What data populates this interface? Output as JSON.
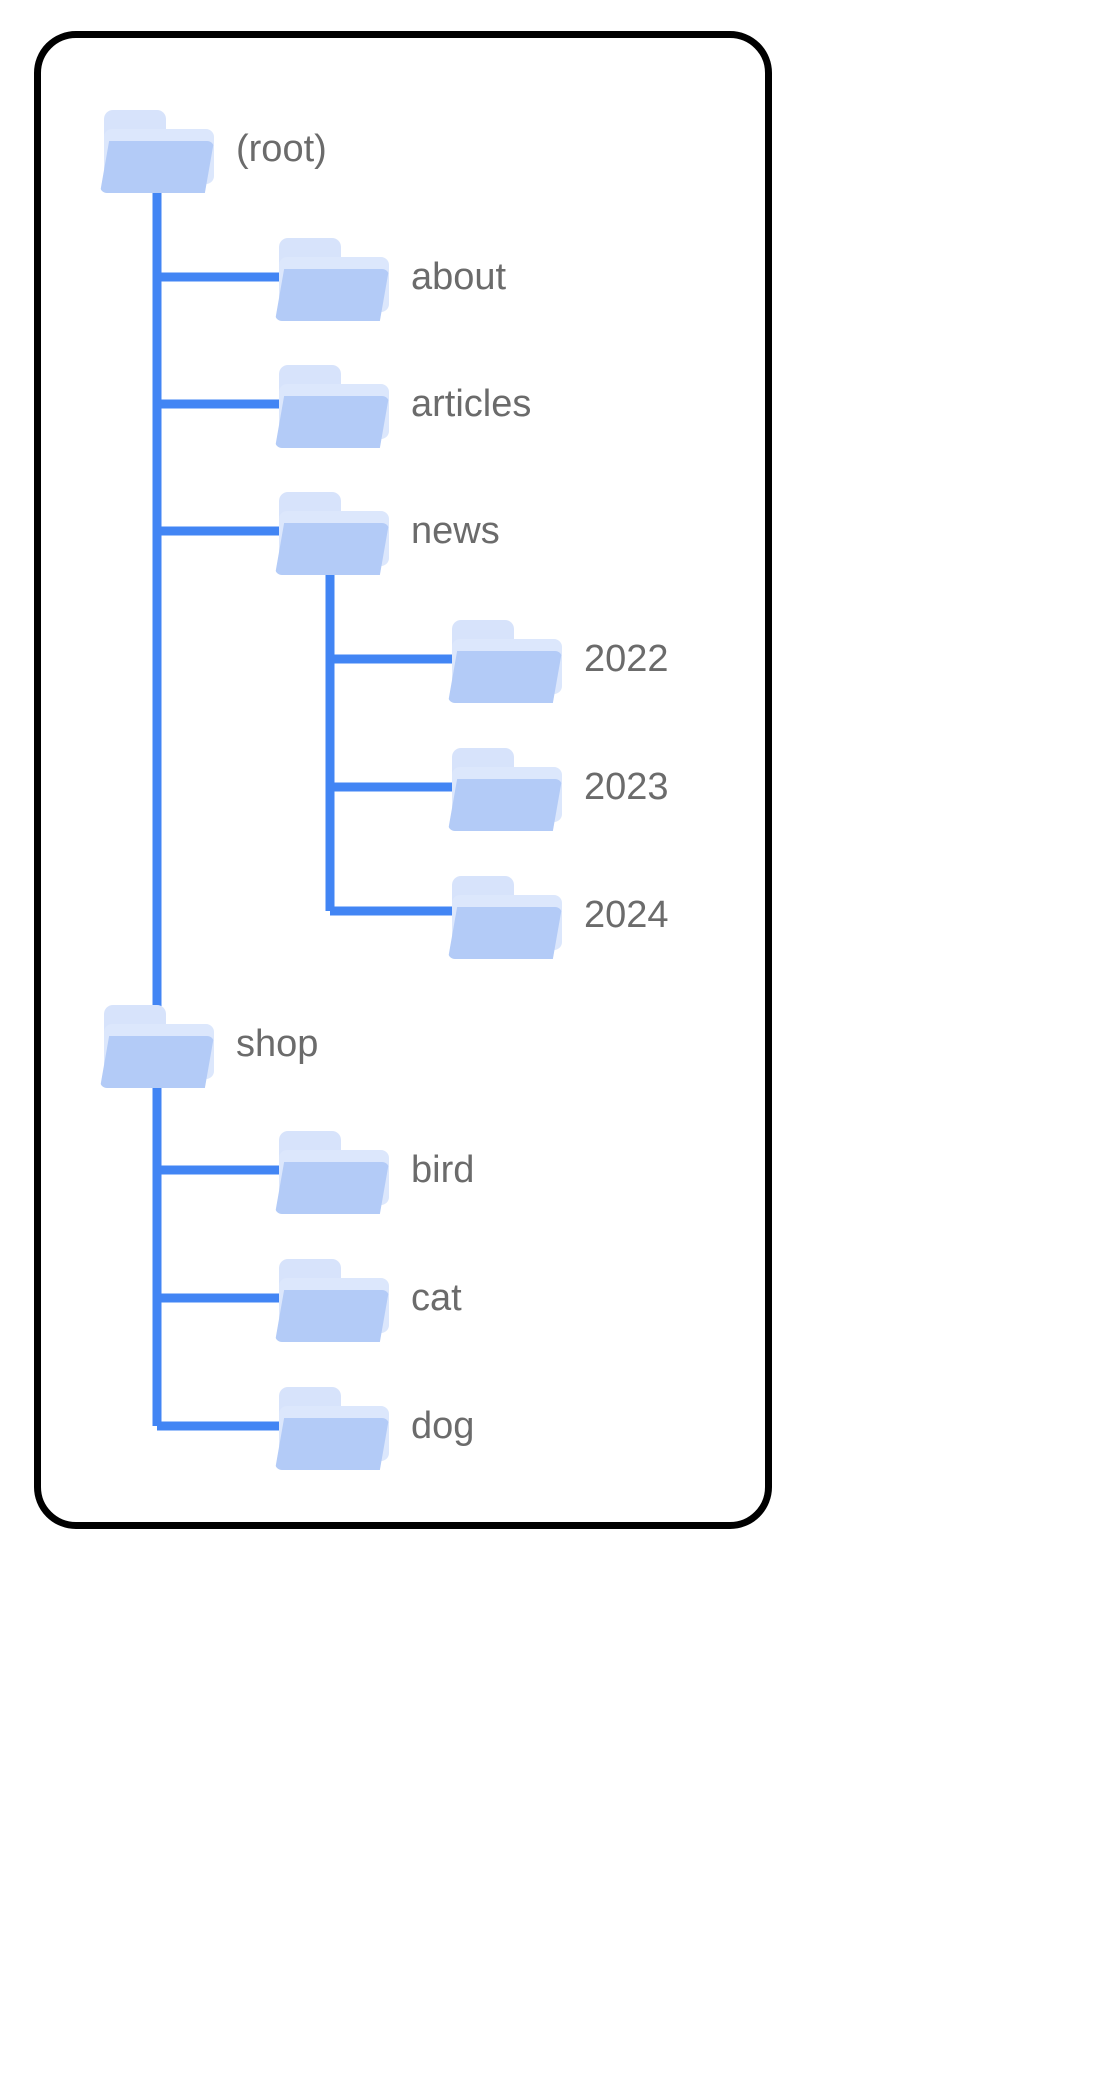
{
  "card": {
    "border_color": "#000000",
    "background": "#ffffff"
  },
  "theme": {
    "connector_color": "#4285f4",
    "folder_front": "#b3cbf7",
    "folder_back": "#dce7fc",
    "label_color": "#6b6b6b"
  },
  "tree": {
    "root": {
      "label": "(root)",
      "icon": "folder-icon"
    },
    "nodes": [
      {
        "label": "(root)",
        "icon": "folder-icon",
        "depth": 0
      },
      {
        "label": "about",
        "icon": "folder-icon",
        "depth": 1
      },
      {
        "label": "articles",
        "icon": "folder-icon",
        "depth": 1
      },
      {
        "label": "news",
        "icon": "folder-icon",
        "depth": 1
      },
      {
        "label": "2022",
        "icon": "folder-icon",
        "depth": 2
      },
      {
        "label": "2023",
        "icon": "folder-icon",
        "depth": 2
      },
      {
        "label": "2024",
        "icon": "folder-icon",
        "depth": 2
      },
      {
        "label": "shop",
        "icon": "folder-icon",
        "depth": 0
      },
      {
        "label": "bird",
        "icon": "folder-icon",
        "depth": 1
      },
      {
        "label": "cat",
        "icon": "folder-icon",
        "depth": 1
      },
      {
        "label": "dog",
        "icon": "folder-icon",
        "depth": 1
      }
    ]
  }
}
